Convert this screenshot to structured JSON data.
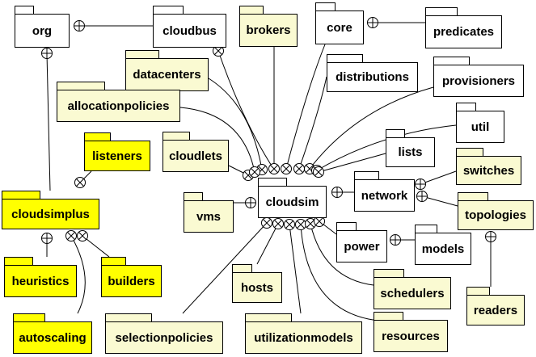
{
  "diagram": {
    "packages": [
      {
        "id": "org",
        "label": "org",
        "theme": "white"
      },
      {
        "id": "cloudbus",
        "label": "cloudbus",
        "theme": "white"
      },
      {
        "id": "brokers",
        "label": "brokers",
        "theme": "cream"
      },
      {
        "id": "core",
        "label": "core",
        "theme": "white"
      },
      {
        "id": "predicates",
        "label": "predicates",
        "theme": "white"
      },
      {
        "id": "datacenters",
        "label": "datacenters",
        "theme": "cream"
      },
      {
        "id": "distributions",
        "label": "distributions",
        "theme": "white"
      },
      {
        "id": "provisioners",
        "label": "provisioners",
        "theme": "white"
      },
      {
        "id": "allocationpolicies",
        "label": "allocationpolicies",
        "theme": "cream"
      },
      {
        "id": "util",
        "label": "util",
        "theme": "white"
      },
      {
        "id": "listeners",
        "label": "listeners",
        "theme": "yellow"
      },
      {
        "id": "cloudlets",
        "label": "cloudlets",
        "theme": "cream"
      },
      {
        "id": "lists",
        "label": "lists",
        "theme": "white"
      },
      {
        "id": "switches",
        "label": "switches",
        "theme": "cream"
      },
      {
        "id": "network",
        "label": "network",
        "theme": "white"
      },
      {
        "id": "cloudsim",
        "label": "cloudsim",
        "theme": "white"
      },
      {
        "id": "cloudsimplus",
        "label": "cloudsimplus",
        "theme": "yellow"
      },
      {
        "id": "vms",
        "label": "vms",
        "theme": "cream"
      },
      {
        "id": "topologies",
        "label": "topologies",
        "theme": "cream"
      },
      {
        "id": "power",
        "label": "power",
        "theme": "white"
      },
      {
        "id": "models",
        "label": "models",
        "theme": "white"
      },
      {
        "id": "heuristics",
        "label": "heuristics",
        "theme": "yellow"
      },
      {
        "id": "builders",
        "label": "builders",
        "theme": "yellow"
      },
      {
        "id": "hosts",
        "label": "hosts",
        "theme": "cream"
      },
      {
        "id": "schedulers",
        "label": "schedulers",
        "theme": "cream"
      },
      {
        "id": "readers",
        "label": "readers",
        "theme": "cream"
      },
      {
        "id": "autoscaling",
        "label": "autoscaling",
        "theme": "yellow"
      },
      {
        "id": "selectionpolicies",
        "label": "selectionpolicies",
        "theme": "cream"
      },
      {
        "id": "utilizationmodels",
        "label": "utilizationmodels",
        "theme": "cream"
      },
      {
        "id": "resources",
        "label": "resources",
        "theme": "cream"
      }
    ],
    "links": [
      {
        "from": "org",
        "to": "cloudbus",
        "marker": "plus"
      },
      {
        "from": "org",
        "to": "cloudsimplus",
        "marker": "plus"
      },
      {
        "from": "core",
        "to": "predicates",
        "marker": "plus"
      },
      {
        "from": "cloudbus",
        "to": "cloudsim",
        "marker": "cross"
      },
      {
        "from": "cloudsimplus",
        "to": "listeners",
        "marker": "cross"
      },
      {
        "from": "cloudsimplus",
        "to": "heuristics",
        "marker": "plus"
      },
      {
        "from": "cloudsimplus",
        "to": "builders",
        "marker": "cross"
      },
      {
        "from": "cloudsimplus",
        "to": "autoscaling",
        "marker": "cross"
      },
      {
        "from": "cloudsim",
        "to": "cloudlets",
        "marker": "cross"
      },
      {
        "from": "cloudsim",
        "to": "vms",
        "marker": "plus"
      },
      {
        "from": "cloudsim",
        "to": "network",
        "marker": "plus"
      },
      {
        "from": "network",
        "to": "switches",
        "marker": "plus"
      },
      {
        "from": "network",
        "to": "topologies",
        "marker": "plus"
      },
      {
        "from": "topologies",
        "to": "readers",
        "marker": "plus"
      },
      {
        "from": "power",
        "to": "models",
        "marker": "plus"
      },
      {
        "from": "cloudsim",
        "to": "brokers",
        "marker": "cross"
      },
      {
        "from": "cloudsim",
        "to": "core",
        "marker": "cross"
      },
      {
        "from": "cloudsim",
        "to": "datacenters",
        "marker": "cross"
      },
      {
        "from": "cloudsim",
        "to": "distributions",
        "marker": "cross"
      },
      {
        "from": "cloudsim",
        "to": "provisioners",
        "marker": "cross"
      },
      {
        "from": "cloudsim",
        "to": "allocationpolicies",
        "marker": "cross"
      },
      {
        "from": "cloudsim",
        "to": "util",
        "marker": "cross"
      },
      {
        "from": "cloudsim",
        "to": "lists",
        "marker": "cross"
      },
      {
        "from": "cloudsim",
        "to": "selectionpolicies",
        "marker": "cross"
      },
      {
        "from": "cloudsim",
        "to": "hosts",
        "marker": "cross"
      },
      {
        "from": "cloudsim",
        "to": "utilizationmodels",
        "marker": "cross"
      },
      {
        "from": "cloudsim",
        "to": "resources",
        "marker": "cross"
      },
      {
        "from": "cloudsim",
        "to": "schedulers",
        "marker": "cross"
      },
      {
        "from": "cloudsim",
        "to": "power",
        "marker": "cross"
      }
    ]
  }
}
